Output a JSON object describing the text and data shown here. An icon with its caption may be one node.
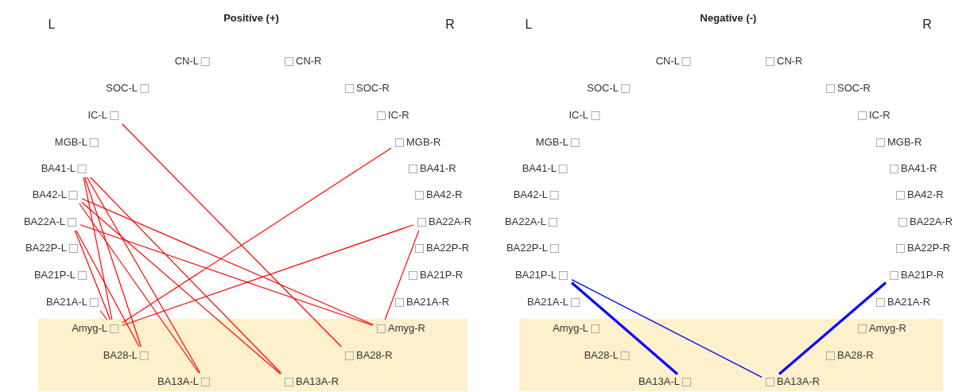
{
  "diagram": {
    "nodes": [
      {
        "text": [
          "CN-L"
        ]
      },
      {
        "text": [
          "CN-R"
        ]
      },
      {
        "text": [
          "SOC-L"
        ]
      },
      {
        "text": [
          "SOC-R"
        ]
      },
      {
        "text": [
          "IC-L"
        ]
      },
      {
        "text": [
          "IC-R"
        ]
      },
      {
        "text": [
          "MGB-L"
        ]
      },
      {
        "text": [
          "MGB-R"
        ]
      },
      {
        "text": [
          "BA41-L"
        ]
      },
      {
        "text": [
          "BA41-R"
        ]
      },
      {
        "text": [
          "BA42-L"
        ]
      },
      {
        "text": [
          "BA42-R"
        ]
      },
      {
        "text": [
          "BA22A-L"
        ]
      },
      {
        "text": [
          "BA22A-R"
        ]
      },
      {
        "text": [
          "BA22P-L"
        ]
      },
      {
        "text": [
          "BA22P-R"
        ]
      },
      {
        "text": [
          "BA21P-L"
        ]
      },
      {
        "text": [
          "BA21P-R"
        ]
      },
      {
        "text": [
          "BA21A-L"
        ]
      },
      {
        "text": [
          "BA21A-R"
        ]
      },
      {
        "text": [],
        "shape": "band"
      },
      {
        "text": [
          "Amyg-L"
        ],
        "in": 20
      },
      {
        "text": [
          "Amyg-R"
        ],
        "in": 20
      },
      {
        "text": [
          "BA28-L"
        ],
        "in": 20
      },
      {
        "text": [
          "BA28-R"
        ],
        "in": 20
      },
      {
        "text": [
          "BA13A-L"
        ],
        "in": 20
      },
      {
        "text": [
          "BA13A-R"
        ],
        "in": 20
      },
      {
        "text": [
          "CN-L"
        ]
      },
      {
        "text": [
          "CN-R"
        ]
      },
      {
        "text": [
          "SOC-L"
        ]
      },
      {
        "text": [
          "SOC-R"
        ]
      },
      {
        "text": [
          "IC-L"
        ]
      },
      {
        "text": [
          "IC-R"
        ]
      },
      {
        "text": [
          "MGB-L"
        ]
      },
      {
        "text": [
          "MGB-R"
        ]
      },
      {
        "text": [
          "BA41-L"
        ]
      },
      {
        "text": [
          "BA41-R"
        ]
      },
      {
        "text": [
          "BA42-L"
        ]
      },
      {
        "text": [
          "BA42-R"
        ]
      },
      {
        "text": [
          "BA22A-L"
        ]
      },
      {
        "text": [
          "BA22A-R"
        ]
      },
      {
        "text": [
          "BA22P-L"
        ]
      },
      {
        "text": [
          "BA22P-R"
        ]
      },
      {
        "text": [
          "BA21P-L"
        ]
      },
      {
        "text": [
          "BA21P-R"
        ]
      },
      {
        "text": [
          "BA21A-L"
        ]
      },
      {
        "text": [
          "BA21A-R"
        ]
      },
      {
        "text": [],
        "shape": "band"
      },
      {
        "text": [
          "Amyg-L"
        ],
        "in": 47
      },
      {
        "text": [
          "Amyg-R"
        ],
        "in": 47
      },
      {
        "text": [
          "BA28-L"
        ],
        "in": 47
      },
      {
        "text": [
          "BA28-R"
        ],
        "in": 47
      },
      {
        "text": [
          "BA13A-L"
        ],
        "in": 47
      },
      {
        "text": [
          "BA13A-R"
        ],
        "in": 47
      }
    ],
    "edges": [
      {
        "from": 4,
        "to": 24,
        "arrow": "none"
      },
      {
        "from": 7,
        "to": 21,
        "arrow": "none"
      },
      {
        "from": 8,
        "to": 21,
        "arrow": "none"
      },
      {
        "from": 8,
        "to": 23,
        "arrow": "none"
      },
      {
        "from": 8,
        "to": 25,
        "arrow": "none"
      },
      {
        "from": 8,
        "to": 26,
        "arrow": "none"
      },
      {
        "from": 10,
        "to": 22,
        "arrow": "none"
      },
      {
        "from": 10,
        "to": 25,
        "arrow": "none"
      },
      {
        "from": 10,
        "to": 26,
        "arrow": "none"
      },
      {
        "from": 12,
        "to": 22,
        "arrow": "none"
      },
      {
        "from": 12,
        "to": 21,
        "arrow": "none"
      },
      {
        "from": 12,
        "to": 23,
        "arrow": "none"
      },
      {
        "from": 13,
        "to": 21,
        "arrow": "none"
      },
      {
        "from": 13,
        "to": 22,
        "arrow": "none"
      },
      {
        "from": 18,
        "to": 21,
        "arrow": "none"
      },
      {
        "from": 43,
        "to": 52,
        "arrow": "none",
        "style": "thick",
        "color": "#0000ff"
      },
      {
        "from": 43,
        "to": 53,
        "arrow": "none",
        "color": "#0000ff"
      },
      {
        "from": 44,
        "to": 53,
        "arrow": "none",
        "style": "thick",
        "color": "#0000ff"
      }
    ],
    "labels": [
      "L",
      "Positive (+)",
      "R",
      "L",
      "Negative (-)",
      "R"
    ]
  }
}
